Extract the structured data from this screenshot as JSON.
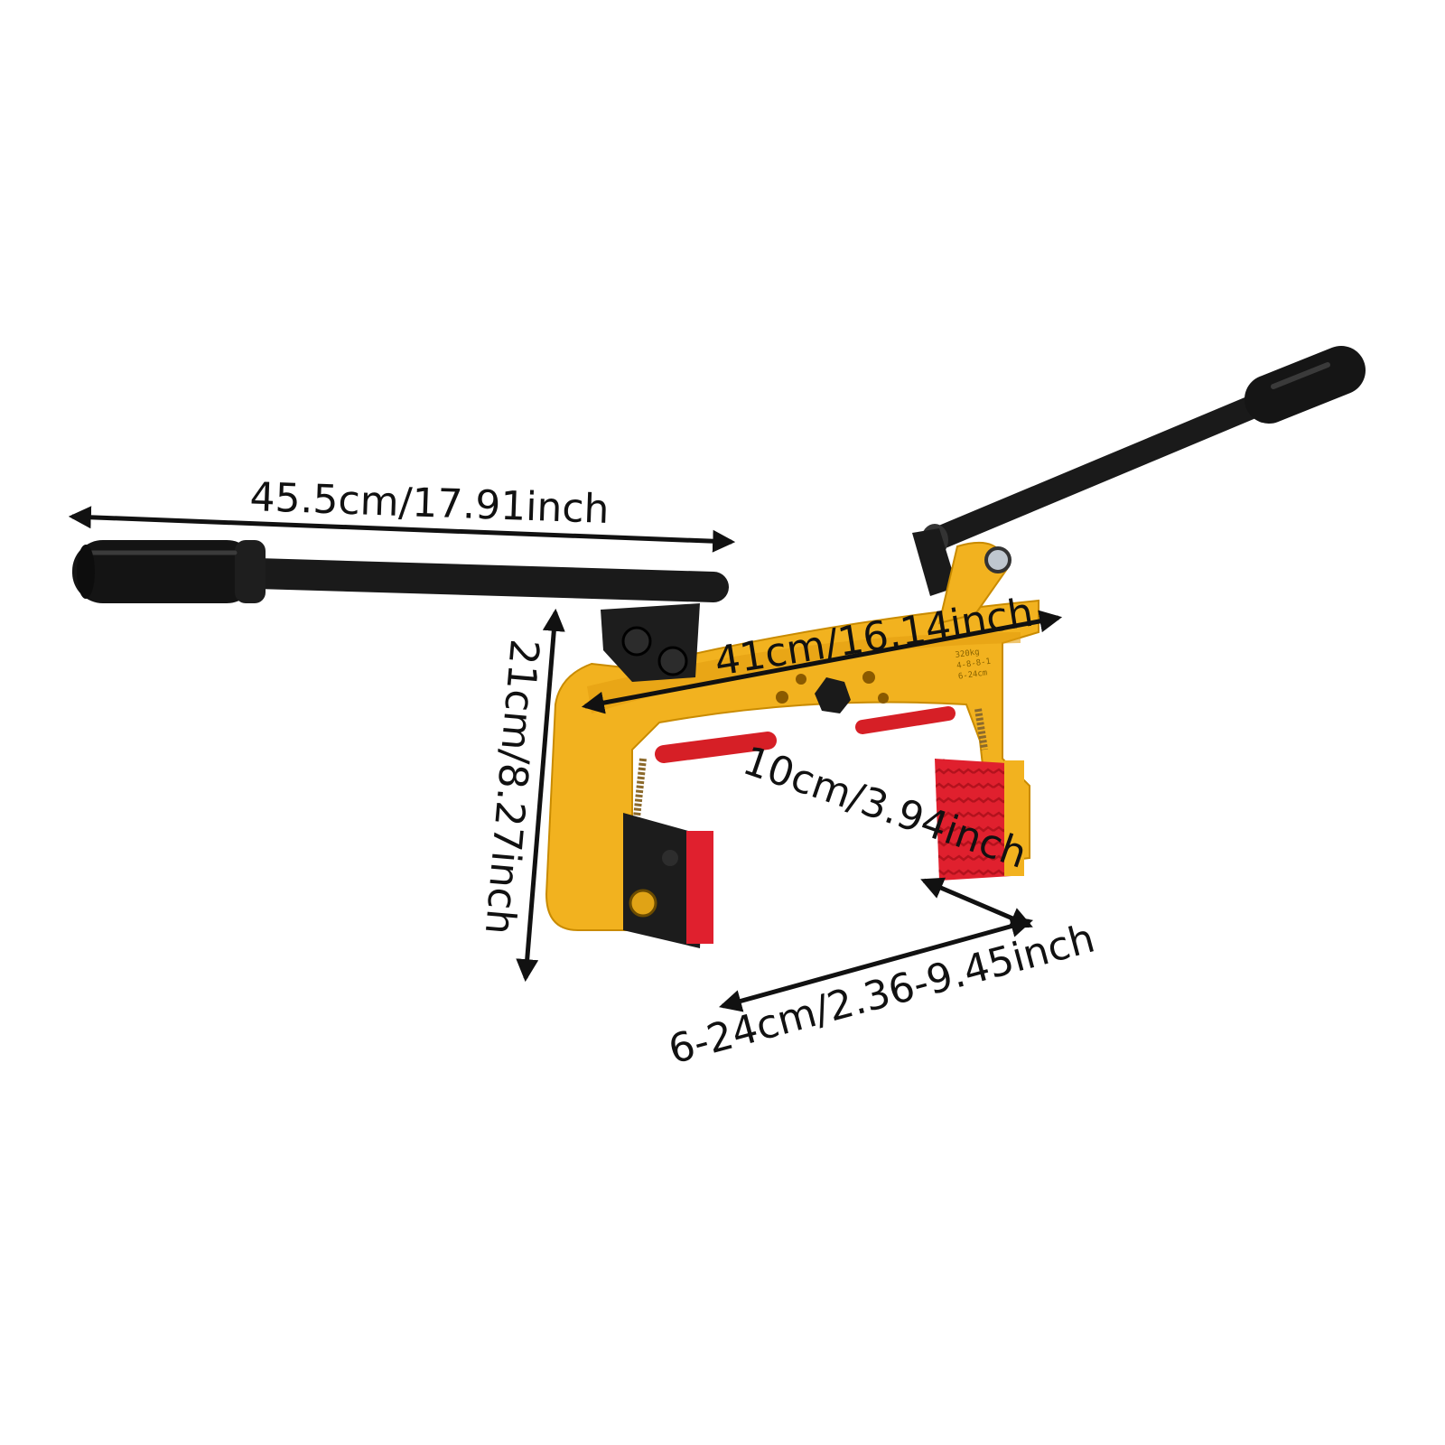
{
  "product": {
    "name": "stone-lifting-clamp",
    "body_color": "#F2B21F",
    "handle_color": "#1A1A1A",
    "pad_color": "#E0202E",
    "stamp": [
      "320kg",
      "4-8-8-1",
      "6-24cm"
    ]
  },
  "dimensions": {
    "handle_length": "45.5cm/17.91inch",
    "body_width": "41cm/16.14inch",
    "height": "21cm/8.27inch",
    "pad_width": "10cm/3.94inch",
    "jaw_range": "6-24cm/2.36-9.45inch"
  },
  "colors": {
    "arrow": "#111111",
    "background": "#FFFFFF"
  }
}
